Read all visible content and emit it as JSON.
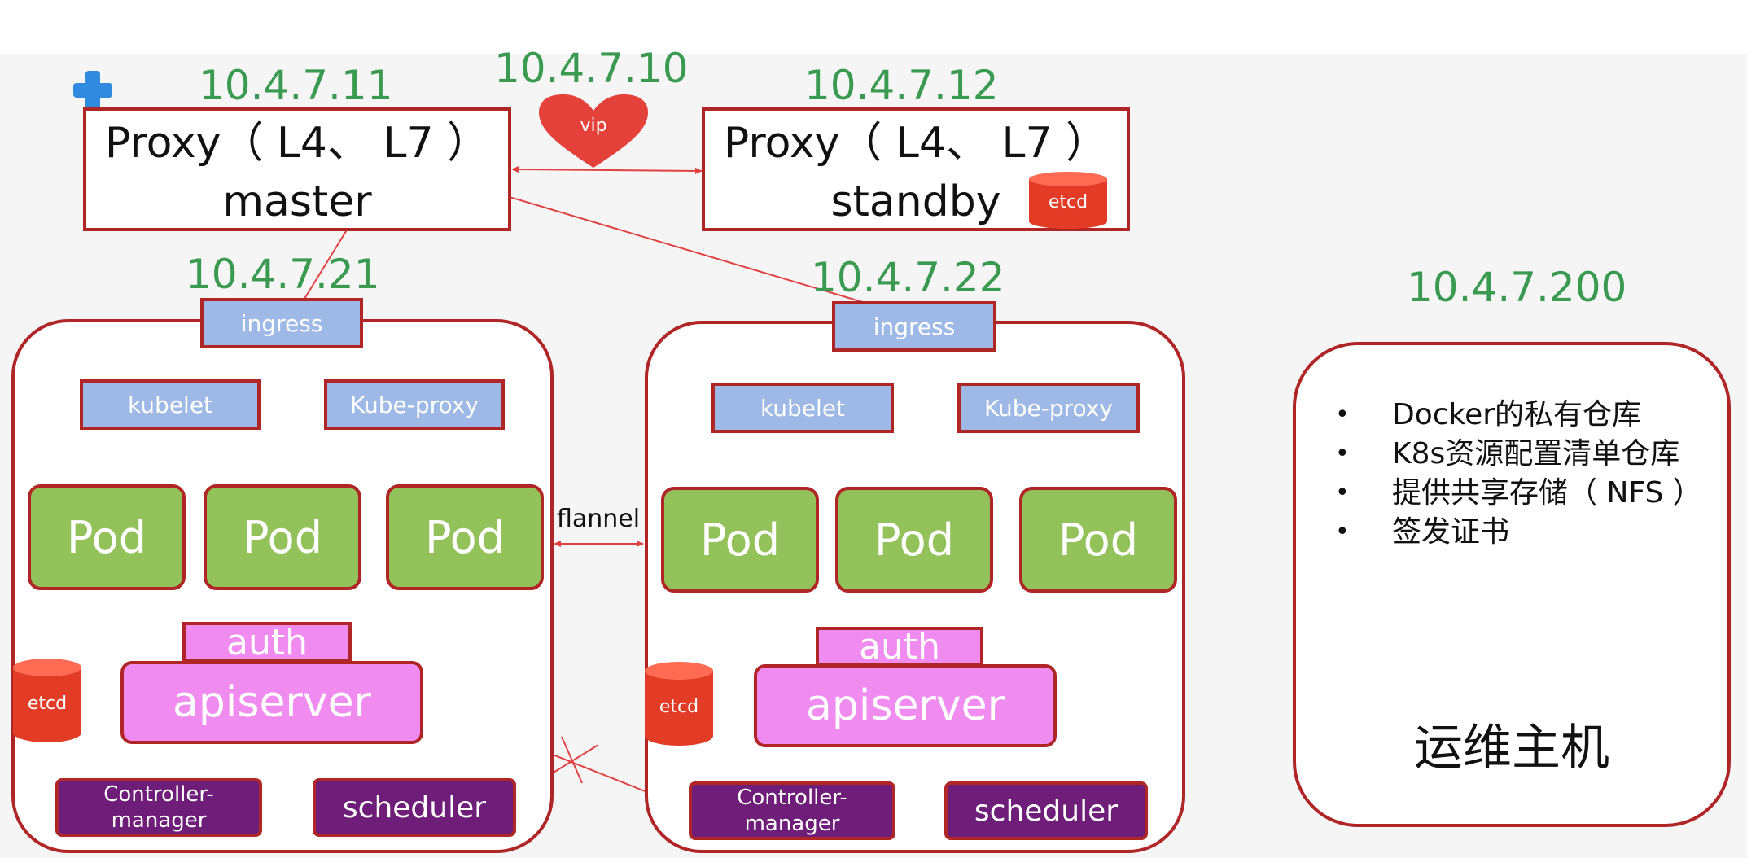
{
  "ips": {
    "proxy_master": "10.4.7.11",
    "vip": "10.4.7.10",
    "proxy_standby": "10.4.7.12",
    "node_21": "10.4.7.21",
    "node_22": "10.4.7.22",
    "ops": "10.4.7.200"
  },
  "vip_label": "vip",
  "proxy_master": {
    "line1": "Proxy（ L4、 L7 ）",
    "line2": "master"
  },
  "proxy_standby": {
    "line1": "Proxy（ L4、 L7 ）",
    "line2": "standby",
    "etcd": "etcd"
  },
  "nodes": [
    {
      "ingress": "ingress",
      "kubelet": "kubelet",
      "kube_proxy": "Kube-proxy",
      "pods": [
        "Pod",
        "Pod",
        "Pod"
      ],
      "auth": "auth",
      "apiserver": "apiserver",
      "etcd": "etcd",
      "controller_manager": [
        "Controller-",
        "manager"
      ],
      "scheduler": "scheduler"
    },
    {
      "ingress": "ingress",
      "kubelet": "kubelet",
      "kube_proxy": "Kube-proxy",
      "pods": [
        "Pod",
        "Pod",
        "Pod"
      ],
      "auth": "auth",
      "apiserver": "apiserver",
      "etcd": "etcd",
      "controller_manager": [
        "Controller-",
        "manager"
      ],
      "scheduler": "scheduler"
    }
  ],
  "flannel_label": "flannel",
  "ops_host": {
    "items": [
      "Docker的私有仓库",
      "K8s资源配置清单仓库",
      "提供共享存储（ NFS ）",
      "签发证书"
    ],
    "title": "运维主机"
  },
  "colors": {
    "ip_green": "#3a9a50",
    "border_red": "#b02626",
    "blue": "#9eb9e6",
    "pod_green": "#93c15a",
    "pink": "#f08cf0",
    "purple": "#6e1e78",
    "etcd_red": "#e23b26",
    "heart_red": "#e3413a",
    "plus_blue": "#2f8ae0"
  }
}
